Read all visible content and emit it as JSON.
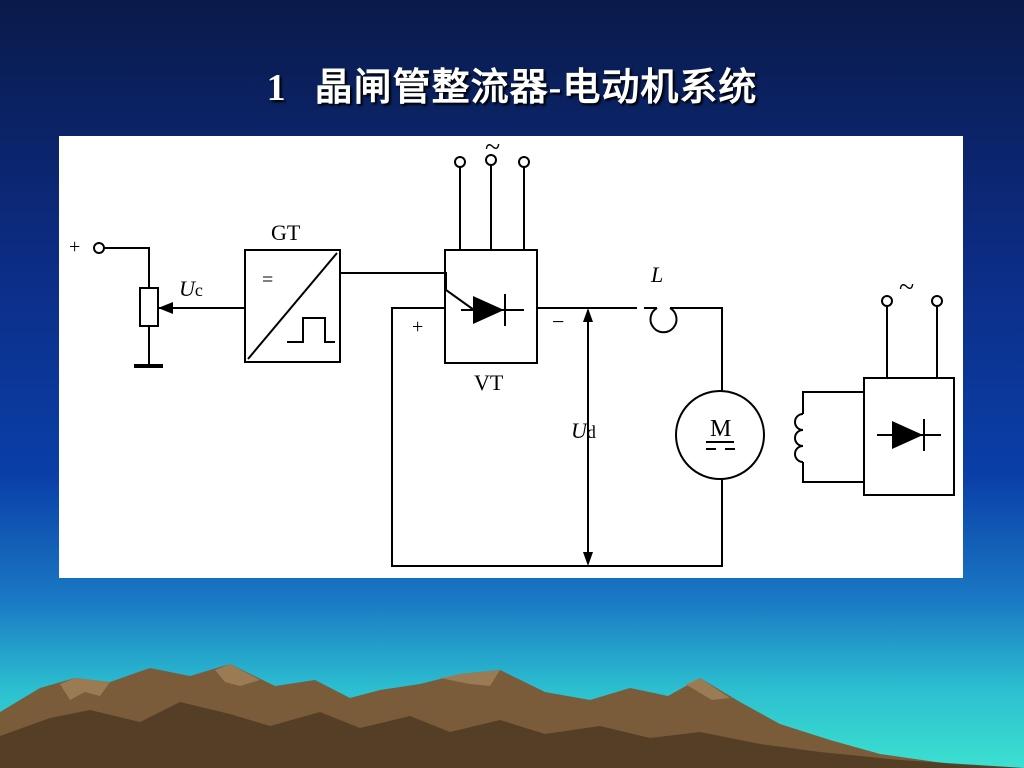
{
  "slide": {
    "number": "1",
    "title": "晶闸管整流器-电动机系统"
  },
  "diagram": {
    "labels": {
      "ac_symbol": "~",
      "ac_symbol_exciter": "~",
      "plus_input": "+",
      "gt": "GT",
      "gt_equal": "=",
      "uc_main": "U",
      "uc_sub": "c",
      "l": "L",
      "plus_vt": "+",
      "minus_vt": "−",
      "vt": "VT",
      "ud_main": "U",
      "ud_sub": "d",
      "motor": "M"
    }
  }
}
